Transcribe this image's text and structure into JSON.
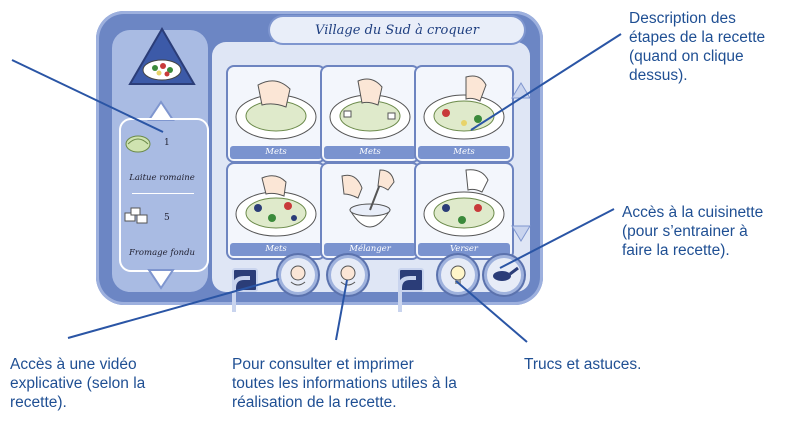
{
  "game": {
    "title": "Village du Sud à croquer",
    "ingredients": [
      {
        "qty": "1",
        "name": "Laitue romaine"
      },
      {
        "qty": "5",
        "name": "Fromage fondu"
      }
    ],
    "steps": [
      {
        "label": "Mets"
      },
      {
        "label": "Mets"
      },
      {
        "label": "Mets"
      },
      {
        "label": "Mets"
      },
      {
        "label": "Mélanger"
      },
      {
        "label": "Verser"
      }
    ]
  },
  "callouts": {
    "steps_description": "Description des étapes de la recette (quand on clique dessus).",
    "kitchen": "Accès à la cuisinette (pour s’entrainer à faire la recette).",
    "video": "Accès à une vidéo explicative (selon la recette).",
    "print": "Pour consulter et imprimer toutes les informations utiles à la réalisation de la recette.",
    "tips": "Trucs et astuces."
  },
  "colors": {
    "callout_text": "#1f4f93",
    "frame": "#6c86c4",
    "line": "#2a55a5"
  }
}
